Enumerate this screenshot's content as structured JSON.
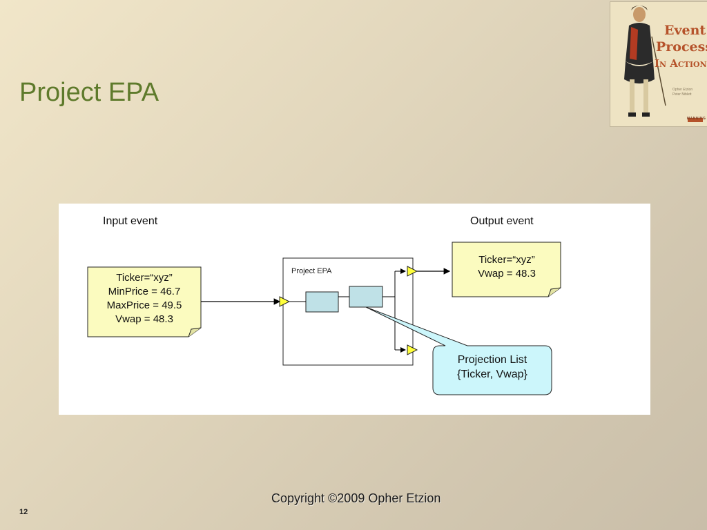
{
  "slide": {
    "title": "Project EPA",
    "copyright": "Copyright ©2009 Opher Etzion",
    "page_number": "12"
  },
  "book_cover": {
    "title_lines": [
      "Event",
      "Processing",
      "In Action"
    ],
    "authors": [
      "Opher Etzion",
      "Peter Niblett"
    ],
    "publisher": "MANNING",
    "accent_color": "#b5522a"
  },
  "diagram": {
    "input_label": "Input event",
    "output_label": "Output event",
    "epa_label": "Project EPA",
    "input_event_lines": [
      "Ticker=“xyz”",
      "MinPrice = 46.7",
      "MaxPrice = 49.5",
      "Vwap = 48.3"
    ],
    "output_event_lines": [
      "Ticker=“xyz”",
      "Vwap = 48.3"
    ],
    "callout_lines": [
      "Projection List",
      "{Ticker, Vwap}"
    ],
    "colors": {
      "note_fill": "#fbfbbf",
      "box_fill": "#bfe1e7",
      "callout_fill": "#ccf6fb",
      "port_fill": "#ffff3c",
      "title_green": "#5e7a2b"
    }
  }
}
